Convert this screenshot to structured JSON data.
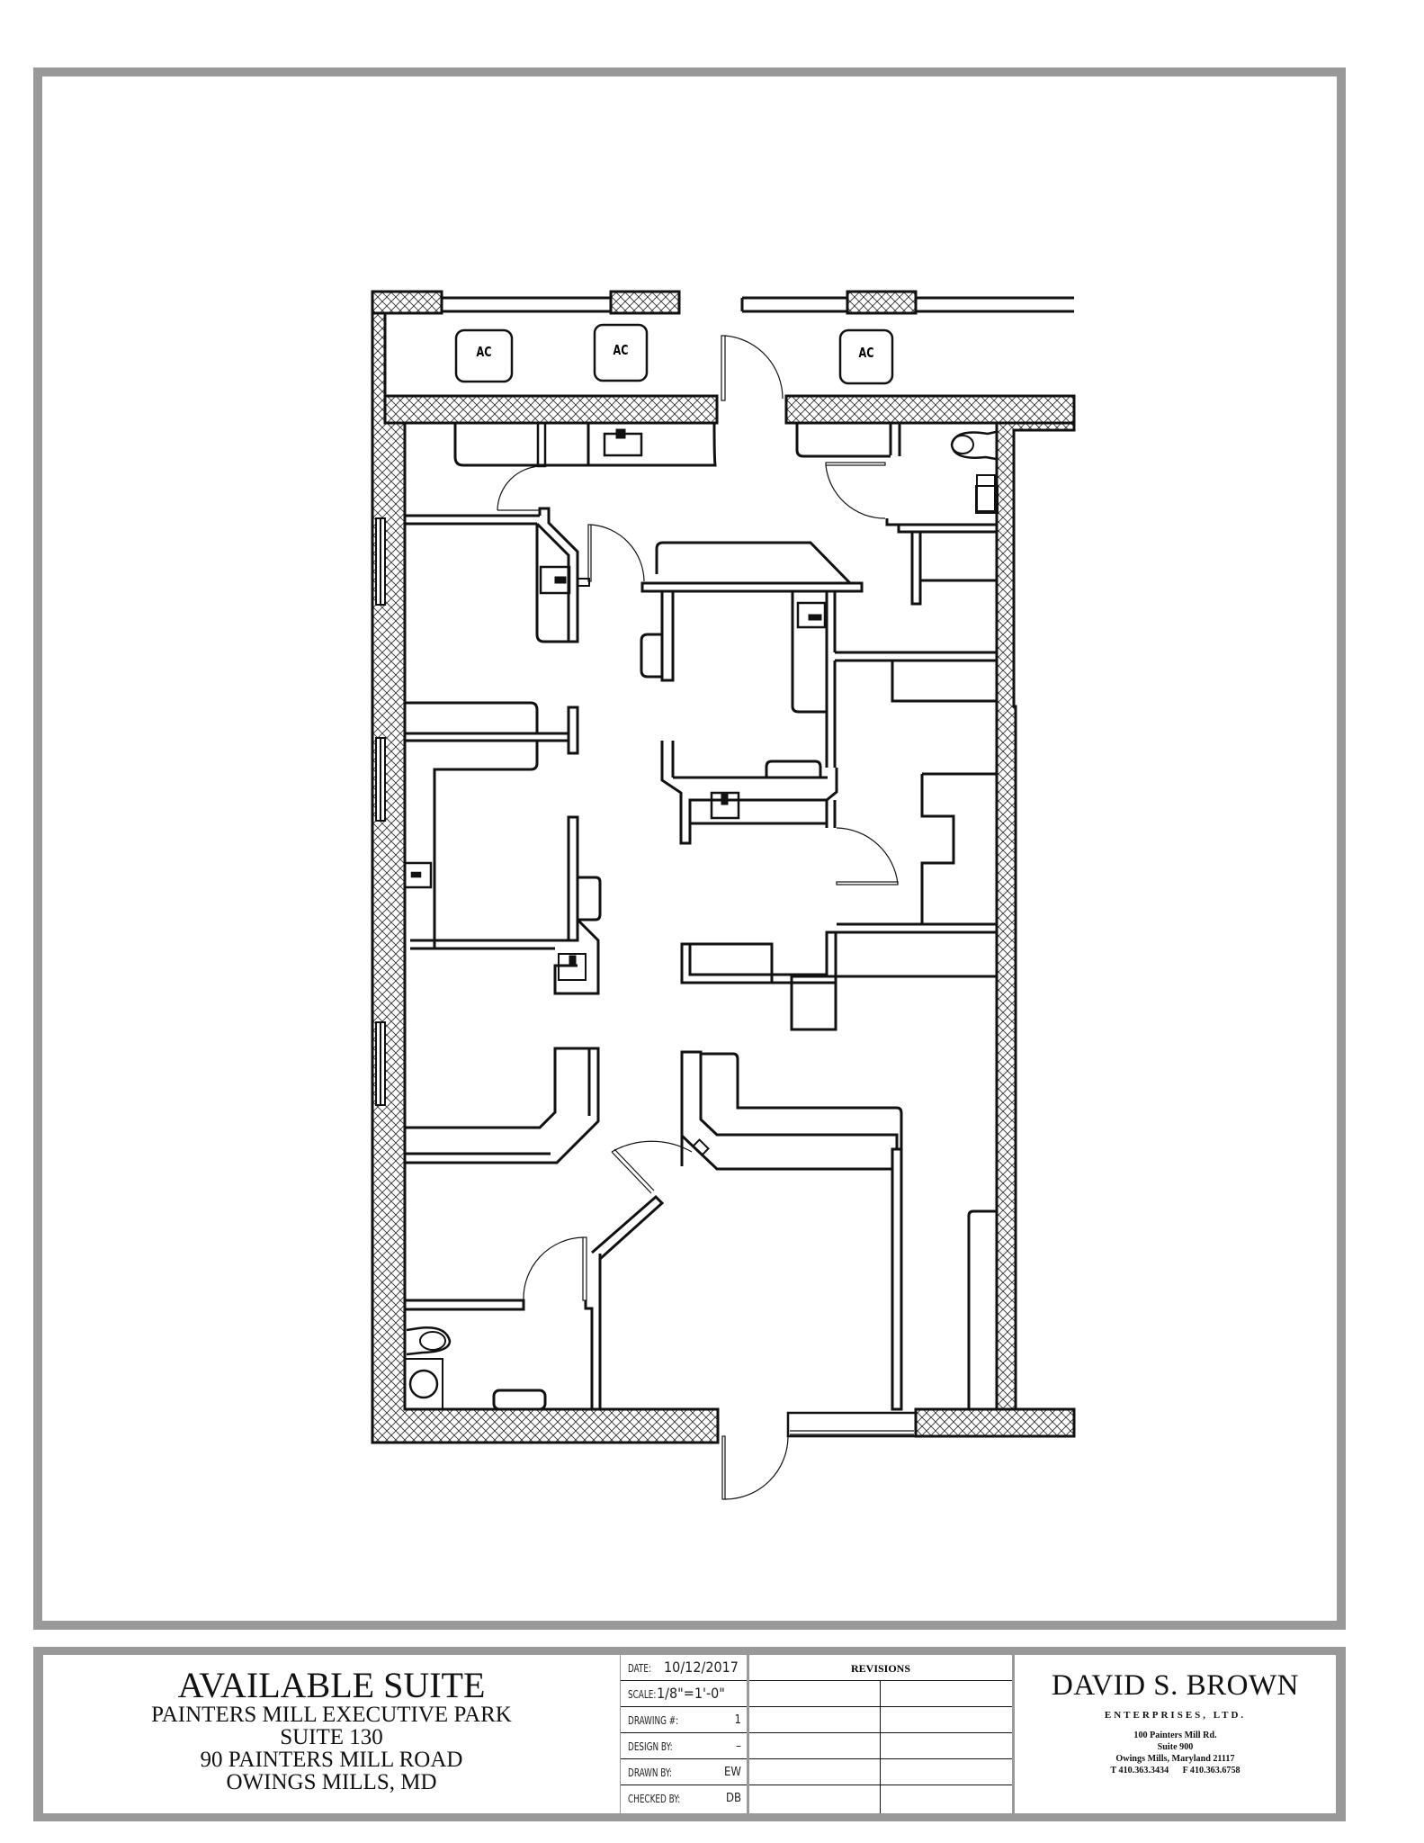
{
  "drawing": {
    "type": "architectural floor plan",
    "equipment_labels": [
      "AC",
      "AC",
      "AC"
    ],
    "colors": {
      "frame": "#999999",
      "line": "#111111",
      "hatch": "#333333",
      "paper": "#ffffff"
    }
  },
  "title_block": {
    "project": {
      "title": "AVAILABLE SUITE",
      "lines": [
        "PAINTERS MILL EXECUTIVE PARK",
        "SUITE 130",
        "90 PAINTERS MILL ROAD",
        "OWINGS MILLS, MD"
      ]
    },
    "info": [
      {
        "label": "DATE:",
        "value": "10/12/2017"
      },
      {
        "label": "SCALE:",
        "value": "1/8\"=1'-0\""
      },
      {
        "label": "DRAWING #:",
        "value": "1"
      },
      {
        "label": "DESIGN BY:",
        "value": "–"
      },
      {
        "label": "DRAWN BY:",
        "value": "EW"
      },
      {
        "label": "CHECKED BY:",
        "value": "DB"
      }
    ],
    "revisions": {
      "heading": "REVISIONS",
      "rows": [
        [
          "",
          ""
        ],
        [
          "",
          ""
        ],
        [
          "",
          ""
        ],
        [
          "",
          ""
        ],
        [
          "",
          ""
        ]
      ]
    },
    "company": {
      "name": "DAVID S. BROWN",
      "subtitle": "ENTERPRISES, LTD.",
      "address": [
        "100 Painters Mill Rd.",
        "Suite 900",
        "Owings Mills, Maryland 21117"
      ],
      "phone": "T 410.363.3434",
      "fax": "F 410.363.6758"
    }
  }
}
